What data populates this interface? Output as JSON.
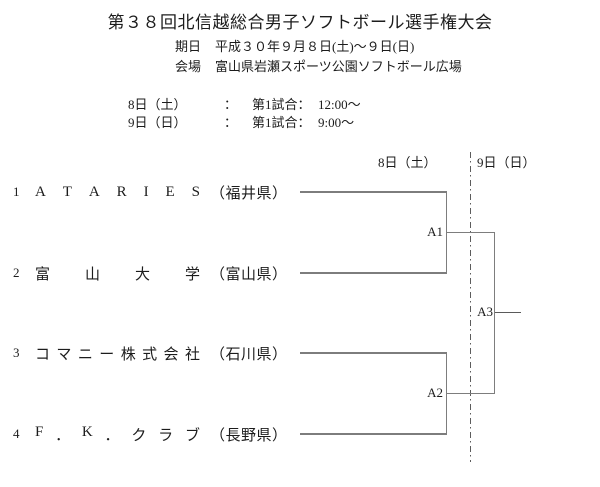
{
  "title": "第３８回北信越総合男子ソフトボール選手権大会",
  "info": {
    "date_label": "期日",
    "date_value": "平成３０年９月８日(土)～９日(日)",
    "venue_label": "会場",
    "venue_value": "富山県岩瀬スポーツ公園ソフトボール広場"
  },
  "schedule": [
    {
      "day": "8日（土）",
      "sep": "：",
      "game_label": "第1試合：",
      "time": "12:00～"
    },
    {
      "day": "9日（日）",
      "sep": "：",
      "game_label": "第1試合：",
      "time": "9:00～"
    }
  ],
  "columns": {
    "day1": "8日（土）",
    "day2": "9日（日）"
  },
  "bracket": {
    "teams": [
      {
        "seed": "1",
        "name": "ATARIES",
        "prefecture": "（福井県）"
      },
      {
        "seed": "2",
        "name": "富山大学",
        "prefecture": "（富山県）"
      },
      {
        "seed": "3",
        "name": "コマニー株式会社",
        "prefecture": "（石川県）"
      },
      {
        "seed": "4",
        "name": "F．K．クラブ",
        "prefecture": "（長野県）"
      }
    ],
    "matches": [
      {
        "id": "A1"
      },
      {
        "id": "A2"
      },
      {
        "id": "A3"
      }
    ]
  },
  "colors": {
    "bracket_line": "#7d7d7d",
    "divider_line": "#5c5c5c",
    "text": "#1c1c1c",
    "background": "#ffffff"
  }
}
